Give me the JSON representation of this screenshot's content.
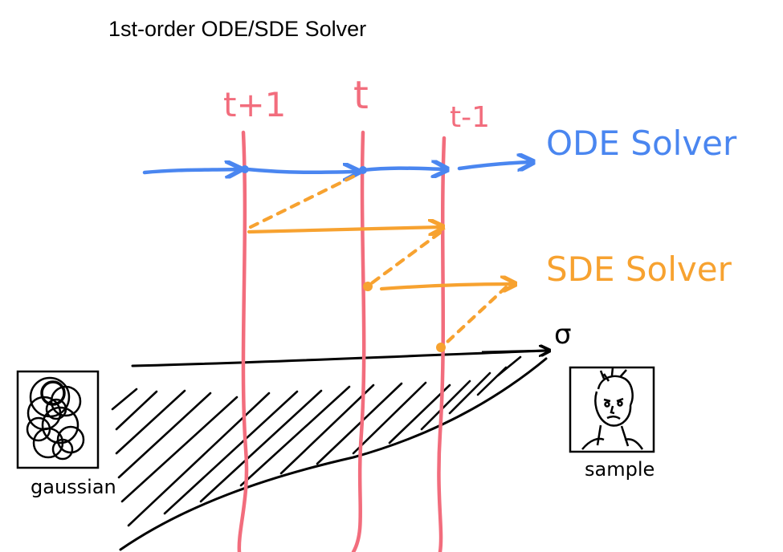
{
  "title": "1st-order ODE/SDE Solver",
  "timesteps": [
    "t+1",
    "t",
    "t-1"
  ],
  "labels": {
    "ode": "ODE Solver",
    "sde": "SDE Solver",
    "sigma": "σ",
    "gaussian": "gaussian",
    "sample": "sample"
  },
  "colors": {
    "timestep_line": "#f26d7d",
    "ode": "#4a86f0",
    "sde": "#f7a230",
    "ink": "#000000"
  }
}
